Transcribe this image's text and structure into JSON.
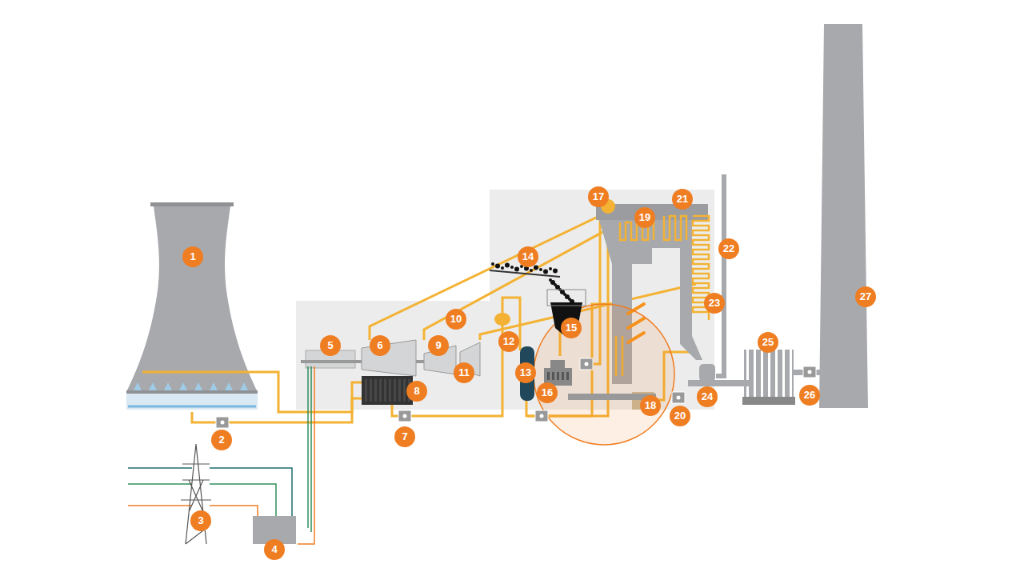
{
  "diagram": {
    "labels": [
      "1",
      "2",
      "3",
      "4",
      "5",
      "6",
      "7",
      "8",
      "9",
      "10",
      "11",
      "12",
      "13",
      "14",
      "15",
      "16",
      "17",
      "18",
      "19",
      "20",
      "21",
      "22",
      "23",
      "24",
      "25",
      "26",
      "27"
    ]
  }
}
